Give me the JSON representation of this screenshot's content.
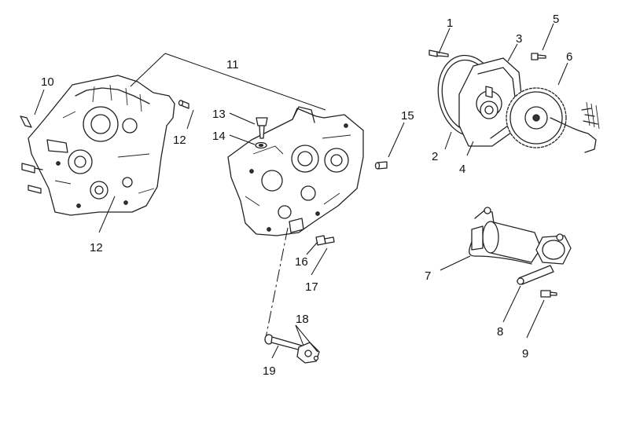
{
  "callouts": [
    {
      "id": "c1",
      "text": "1"
    },
    {
      "id": "c2",
      "text": "2"
    },
    {
      "id": "c3",
      "text": "3"
    },
    {
      "id": "c4",
      "text": "4"
    },
    {
      "id": "c5",
      "text": "5"
    },
    {
      "id": "c6",
      "text": "6"
    },
    {
      "id": "c7",
      "text": "7"
    },
    {
      "id": "c8",
      "text": "8"
    },
    {
      "id": "c9",
      "text": "9"
    },
    {
      "id": "c10",
      "text": "10"
    },
    {
      "id": "c11",
      "text": "11"
    },
    {
      "id": "c12a",
      "text": "12"
    },
    {
      "id": "c12b",
      "text": "12"
    },
    {
      "id": "c13",
      "text": "13"
    },
    {
      "id": "c14",
      "text": "14"
    },
    {
      "id": "c15",
      "text": "15"
    },
    {
      "id": "c16",
      "text": "16"
    },
    {
      "id": "c17",
      "text": "17"
    },
    {
      "id": "c18",
      "text": "18"
    },
    {
      "id": "c19",
      "text": "19"
    }
  ]
}
